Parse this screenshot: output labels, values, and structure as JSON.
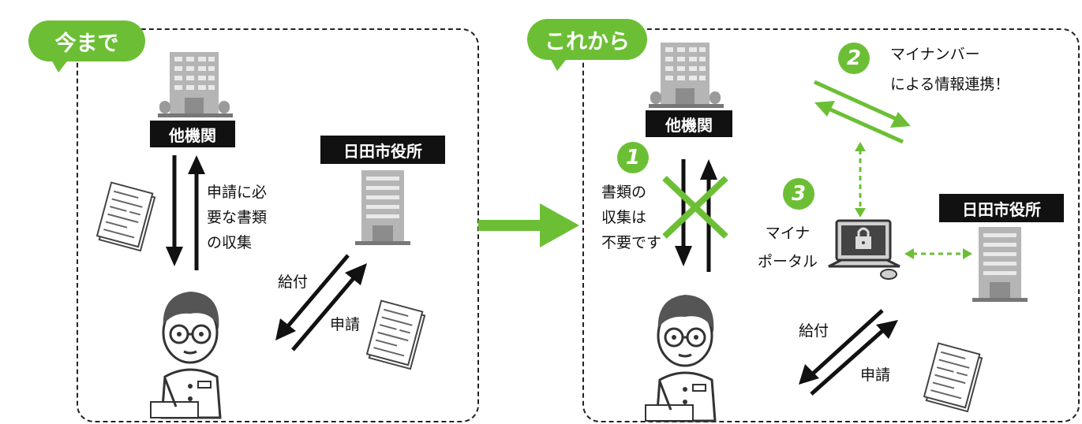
{
  "before": {
    "tag": "今まで",
    "agency_label": "他機関",
    "city_label": "日田市役所",
    "collect_text": [
      "申請に必",
      "要な書類",
      "の収集"
    ],
    "benefit_label": "給付",
    "apply_label": "申請"
  },
  "after": {
    "tag": "これから",
    "agency_label": "他機関",
    "city_label": "日田市役所",
    "step1_number": "1",
    "step1_text": [
      "書類の",
      "収集は",
      "不要です"
    ],
    "step2_number": "2",
    "step2_text": [
      "マイナンバー",
      "による情報連携！"
    ],
    "step3_number": "3",
    "step3_text": [
      "マイナ",
      "ポータル"
    ],
    "benefit_label": "給付",
    "apply_label": "申請"
  },
  "colors": {
    "accent": "#6cbf35",
    "label_bg": "#111111",
    "building": "#b5b5b5"
  }
}
